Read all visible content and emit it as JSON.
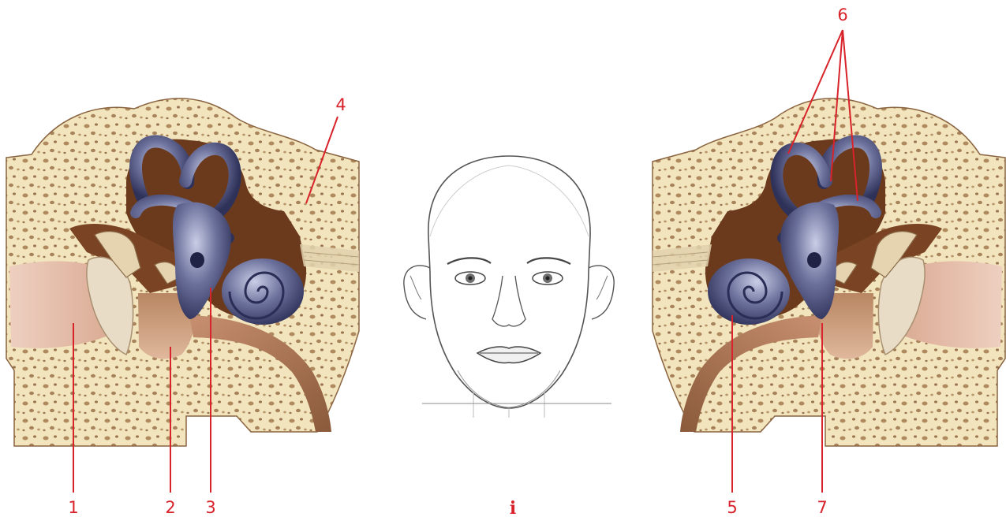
{
  "figure": {
    "panel_label": "i",
    "callouts": [
      {
        "id": "label-1",
        "text": "1"
      },
      {
        "id": "label-2",
        "text": "2"
      },
      {
        "id": "label-3",
        "text": "3"
      },
      {
        "id": "label-4",
        "text": "4"
      },
      {
        "id": "label-5",
        "text": "5"
      },
      {
        "id": "label-6",
        "text": "6"
      },
      {
        "id": "label-7",
        "text": "7"
      }
    ]
  },
  "colors": {
    "callout": "#d8232a",
    "bone": "#f2e4bc",
    "bone_pore": "#a8825a",
    "cavity": "#6b3a1c",
    "labyrinth": "#5a5f8a",
    "canal_skin": "#e8c0b0",
    "tympanic_cavity": "#c89878",
    "face_line": "#555555"
  }
}
